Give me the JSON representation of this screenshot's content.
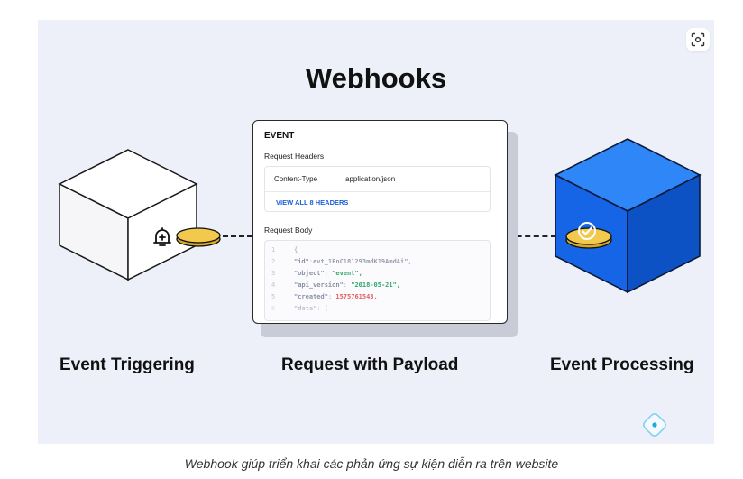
{
  "diagram": {
    "title": "Webhooks",
    "nodes": [
      {
        "id": "trigger",
        "label": "Event Triggering",
        "icon": "bell-plus-icon",
        "color": "#ffffff"
      },
      {
        "id": "payload",
        "label": "Request with Payload"
      },
      {
        "id": "processing",
        "label": "Event Processing",
        "icon": "check-circle-icon",
        "color": "#1565e6"
      }
    ],
    "card": {
      "title": "EVENT",
      "headers_label": "Request Headers",
      "header_name": "Content-Type",
      "header_value": "application/json",
      "headers_link": "VIEW ALL 8 HEADERS",
      "body_label": "Request Body",
      "code_lines": [
        {
          "n": "1",
          "text": "{"
        },
        {
          "n": "2",
          "key": "\"id\"",
          "value": "evt_1FnC181293mdK19AmdAi\","
        },
        {
          "n": "3",
          "key": "\"object\"",
          "value": "\"event\","
        },
        {
          "n": "4",
          "key": "\"api_version\"",
          "value": "\"2018-05-21\","
        },
        {
          "n": "5",
          "key": "\"created\"",
          "value": "1575761543,"
        },
        {
          "n": "6",
          "key": "\"data\"",
          "value": "{"
        }
      ]
    },
    "caption": "Webhook giúp triển khai các phản ứng sự kiện diễn ra trên website"
  },
  "colors": {
    "background": "#eef0f9",
    "accent_blue": "#1565e6",
    "token_gold": "#f2c94c"
  }
}
